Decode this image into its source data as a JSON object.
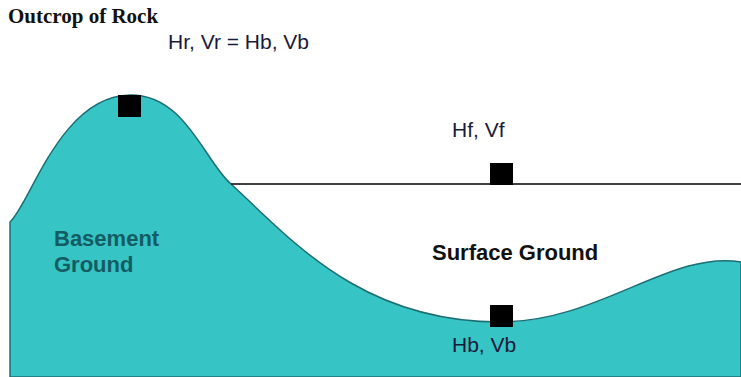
{
  "diagram": {
    "labels": [
      "Outcrop of Rock",
      "Hr, Vr = Hb, Vb",
      "Hf, Vf",
      "Basement Ground",
      "Surface Ground",
      "Hb, Vb"
    ]
  }
}
